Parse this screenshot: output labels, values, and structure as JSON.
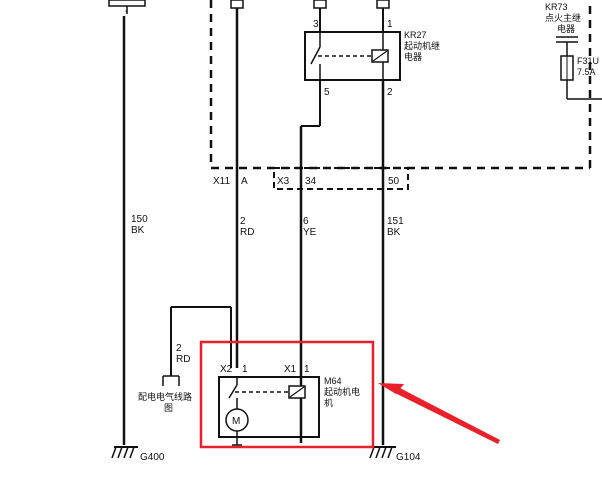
{
  "relay_kr27": {
    "id": "KR27",
    "name_line1": "起动机继",
    "name_line2": "电器",
    "pin_top_left": "3",
    "pin_top_right": "1",
    "pin_bottom_left": "5",
    "pin_bottom_right": "2"
  },
  "relay_kr73": {
    "id": "KR73",
    "name_line1": "点火主继",
    "name_line2": "电器"
  },
  "fuse": {
    "id": "F31U",
    "rating": "7.5A"
  },
  "connector_row": {
    "x11": "X11",
    "x11_pin": "A",
    "x3": "X3",
    "x3_pin1": "34",
    "x3_pin2": "50"
  },
  "wires": {
    "w150": {
      "circuit": "150",
      "color": "BK"
    },
    "w2": {
      "circuit": "2",
      "color": "RD"
    },
    "w6": {
      "circuit": "6",
      "color": "YE"
    },
    "w151": {
      "circuit": "151",
      "color": "BK"
    },
    "w2_branch": {
      "circuit": "2",
      "color": "RD"
    }
  },
  "motor_m64": {
    "id": "M64",
    "name_line1": "起动机电",
    "name_line2": "机",
    "conn_x2": "X2",
    "pin_x2": "1",
    "conn_x1": "X1",
    "pin_x1": "1",
    "symbol": "M"
  },
  "distribution_ref": {
    "line1": "配电电气线路",
    "line2": "图"
  },
  "grounds": {
    "g400": "G400",
    "g104": "G104"
  },
  "top_left_pin": "-",
  "colors": {
    "line": "#111111",
    "highlight": "#e8202a"
  }
}
